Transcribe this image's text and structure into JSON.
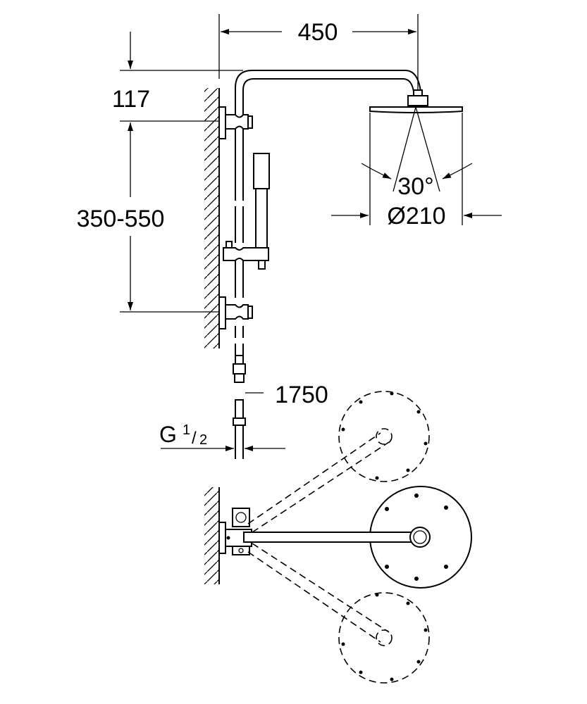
{
  "dimensions": {
    "arm_reach": "450",
    "top_offset": "117",
    "bracket_spacing": "350-550",
    "spray_angle": "30°",
    "head_diameter": "Ø210",
    "hose_length": "1750",
    "connection_prefix": "G",
    "connection_num": "1",
    "connection_den": "2"
  },
  "colors": {
    "line": "#000000",
    "background": "#ffffff"
  }
}
